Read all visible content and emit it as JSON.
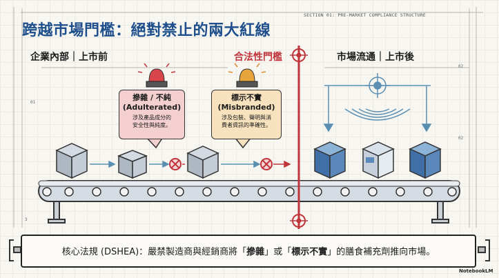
{
  "header": {
    "section": "SECTION 01: PRE-MARKET COMPLIANCE STRUCTURE",
    "title": "跨越市場門檻：絕對禁止的兩大紅線"
  },
  "zones": {
    "left": "企業內部｜上市前",
    "gate": "合法性門檻",
    "right": "市場流通｜上市後"
  },
  "callouts": [
    {
      "head1": "摻雜 / 不純",
      "head2": "(Adulterated)",
      "desc1": "涉及產品成分的",
      "desc2": "安全性與純度。",
      "color": "#f3cfd0"
    },
    {
      "head1": "標示不實",
      "head2": "(Misbranded)",
      "desc1": "涉及包裝、聲明與消",
      "desc2": "費者資訊的準確性。",
      "color": "#f7e2bd"
    }
  ],
  "footer": {
    "prefix": "核心法規 (DSHEA)：嚴禁製造商與經銷商將「",
    "term1": "摻雜",
    "mid": "」或「",
    "term2": "標示不實",
    "suffix": "」的膳食補充劑推向市場。"
  },
  "ruler_marks": {
    "r01": "01",
    "r02a": "02",
    "r02b": "02",
    "r3": "3"
  },
  "logo": "NotebookLM",
  "colors": {
    "title": "#1e4f8c",
    "red": "#c0343b",
    "box_tan": "#b9c2cc",
    "box_blue": "#3f6fa6"
  }
}
